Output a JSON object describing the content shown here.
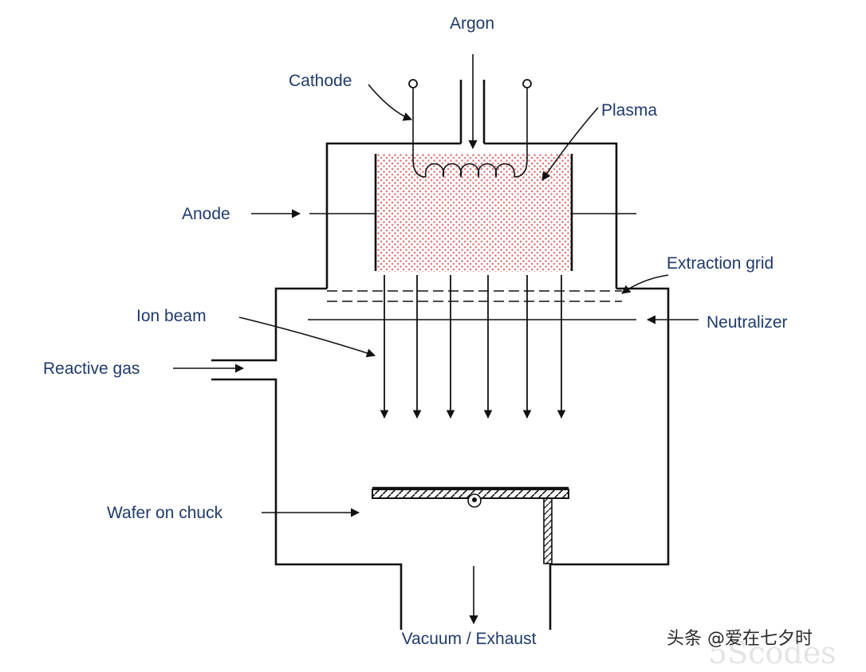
{
  "diagram": {
    "labels": {
      "argon": "Argon",
      "cathode": "Cathode",
      "plasma": "Plasma",
      "anode": "Anode",
      "extraction_grid": "Extraction grid",
      "ion_beam": "Ion beam",
      "neutralizer": "Neutralizer",
      "reactive_gas": "Reactive gas",
      "wafer_on_chuck": "Wafer on chuck",
      "vacuum_exhaust": "Vacuum / Exhaust"
    },
    "colors": {
      "label_text": "#1f3a6e",
      "lines": "#111111",
      "plasma_dots": "#e07a7a"
    }
  },
  "watermark": {
    "source": "头条 @爱在七夕时",
    "background_text": "5Scodes"
  }
}
